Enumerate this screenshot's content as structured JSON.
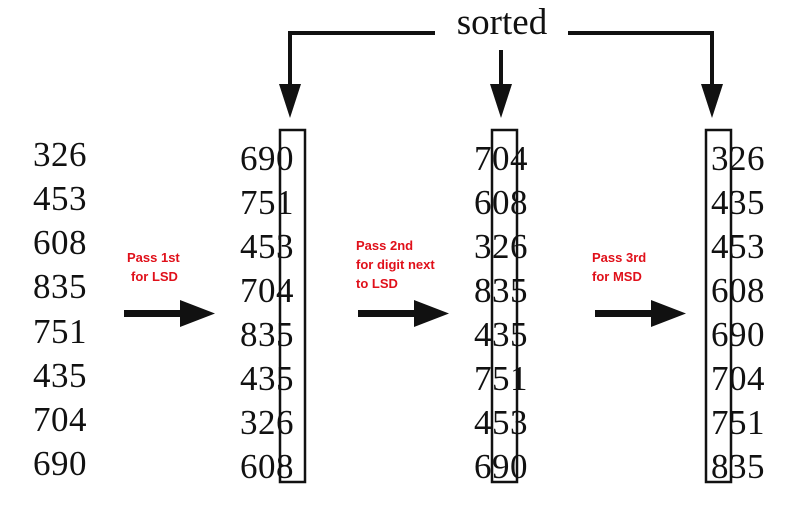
{
  "title": "sorted",
  "colors": {
    "pass_label": "#e0101a",
    "ink": "#111111"
  },
  "columns": [
    {
      "name": "original",
      "values": [
        "326",
        "453",
        "608",
        "835",
        "751",
        "435",
        "704",
        "690"
      ],
      "boxed_digit": null
    },
    {
      "name": "after-pass-1",
      "values": [
        "690",
        "751",
        "453",
        "704",
        "835",
        "435",
        "326",
        "608"
      ],
      "boxed_digit": "ones"
    },
    {
      "name": "after-pass-2",
      "values": [
        "704",
        "608",
        "326",
        "835",
        "435",
        "751",
        "453",
        "690"
      ],
      "boxed_digit": "tens"
    },
    {
      "name": "after-pass-3",
      "values": [
        "326",
        "435",
        "453",
        "608",
        "690",
        "704",
        "751",
        "835"
      ],
      "boxed_digit": "hundreds"
    }
  ],
  "passes": [
    {
      "lines": [
        "Pass 1st",
        "for LSD"
      ]
    },
    {
      "lines": [
        "Pass 2nd",
        "for digit next",
        "to LSD"
      ]
    },
    {
      "lines": [
        "Pass 3rd",
        "for MSD"
      ]
    }
  ]
}
